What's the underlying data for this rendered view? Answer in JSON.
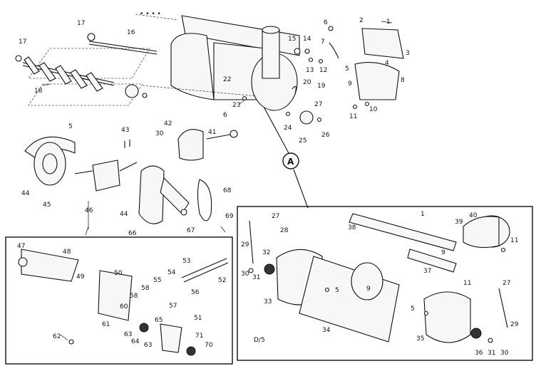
{
  "callouts": {
    "c1": "1",
    "c2": "2",
    "c3": "3",
    "c4": "4",
    "c5": "5",
    "c6": "6",
    "c7": "7",
    "c8": "8",
    "c9": "9",
    "c10": "10",
    "c11": "11",
    "c12": "12",
    "c13": "13",
    "c14": "14",
    "c15": "15",
    "c16": "16",
    "c17": "17",
    "c17b": "17",
    "c18": "18",
    "c19": "19",
    "c20": "20",
    "c22": "22",
    "c23": "23",
    "c24": "24",
    "c25": "25",
    "c26": "26",
    "c27": "27",
    "c30": "30",
    "c41": "41",
    "c42": "42",
    "c43": "43",
    "c44": "44",
    "c44b": "44",
    "c45": "45",
    "c46": "46",
    "c47": "47",
    "c5b": "5",
    "c5c": "5",
    "c66": "66",
    "c67": "67",
    "c68": "68",
    "c69": "69",
    "c6b": "6"
  },
  "inset_left": {
    "c47": "47",
    "c48": "48",
    "c49": "49",
    "c50": "50",
    "c51": "51",
    "c52": "52",
    "c53": "53",
    "c54": "54",
    "c55": "55",
    "c56": "56",
    "c57": "57",
    "c58": "58",
    "c58b": "58",
    "c60": "60",
    "c61": "61",
    "c62": "62",
    "c63": "63",
    "c63b": "63",
    "c64": "64",
    "c65": "65",
    "c70": "70",
    "c71": "71"
  },
  "inset_right": {
    "c1": "1",
    "c5": "5",
    "c5b": "5",
    "c9": "9",
    "c9b": "9",
    "c11": "11",
    "c11b": "11",
    "c27": "27",
    "c27b": "27",
    "c28": "28",
    "c29": "29",
    "c29b": "29",
    "c30": "30",
    "c30b": "30",
    "c31": "31",
    "c31b": "31",
    "c32": "32",
    "c33": "33",
    "c34": "34",
    "c35": "35",
    "c36": "36",
    "c37": "37",
    "c38": "38",
    "c39": "39",
    "c40": "40",
    "d5": "D/5"
  },
  "detail_marker": "A"
}
